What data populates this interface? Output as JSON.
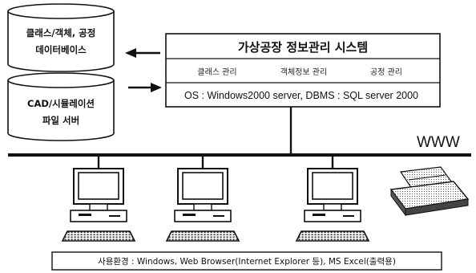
{
  "databases": {
    "db1": {
      "line1": "클래스/객체, 공정",
      "line2": "데이터베이스"
    },
    "db2": {
      "line1": "CAD/시뮬레이션",
      "line2": "파일 서버"
    }
  },
  "system": {
    "title": "가상공장 정보관리 시스템",
    "modules": [
      "클래스 관리",
      "객체정보 관리",
      "공정 관리"
    ],
    "os_line": "OS : Windows2000 server, DBMS : SQL server 2000"
  },
  "network": {
    "label": "WWW"
  },
  "footer": {
    "env_text": "사용환경 : Windows, Web Browser(Internet Explorer 등), MS Excel(출력용)"
  }
}
